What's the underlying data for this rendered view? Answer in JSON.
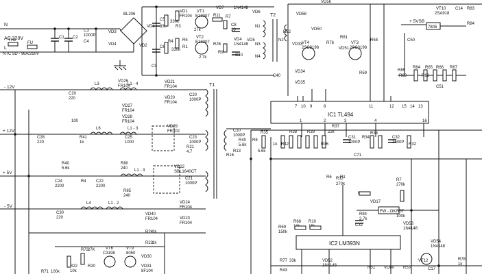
{
  "input": {
    "n_label": "N",
    "ac_label": "AC 220V",
    "l_label": "L",
    "ntc_label": "NTC 5D - 9",
    "fuse_label": "FU",
    "fuse_rating": "6A/250V",
    "th_label": "TH1"
  },
  "rails": {
    "m12": "- 12V",
    "p12": "+ 12V",
    "p5": "+ 5V",
    "m5": "- 5V",
    "p5vsb": "+ 5VSB"
  },
  "ics": {
    "ic1": "IC1  TL494",
    "ic2": "IC2  LM393N",
    "ic1_pins_top": [
      "7",
      "10",
      "9",
      "8",
      "11",
      "12",
      "15",
      "14",
      "13"
    ],
    "ic1_pins_bottom": [
      "1",
      "2",
      "3",
      "4",
      "16"
    ]
  },
  "transformers": {
    "t1": "T1",
    "t2": "T2",
    "t2_windings": [
      "N1",
      "N2",
      "N3",
      "N4"
    ]
  },
  "tags": {
    "fw_ok": "FW - OK"
  },
  "top_labels": [
    "C1",
    "C2",
    "C3",
    "1000P",
    "C4",
    "VD3",
    "VD4",
    "BL206",
    "VD1",
    "VD2",
    "C5",
    "330",
    "C6",
    "C9",
    "VD1",
    "FR104",
    "VT1",
    "E13007",
    "R11",
    "R3",
    "330k",
    "27k",
    "VD7",
    "1N4148",
    "VD6",
    "R7",
    "C8",
    "10",
    "R4",
    "R5",
    "330k",
    "R1",
    "VT2",
    "E13007",
    "R26",
    "R9",
    "2.7k",
    "VD4",
    "1N4148",
    "VD5",
    "C10",
    "R82",
    "VD58",
    "VD56",
    "VD50",
    "VT4",
    "2SC3198",
    "R76",
    "R81",
    "VD51",
    "VT3",
    "2SC3198",
    "VD33",
    "VD34",
    "VD35",
    "R59",
    "C40",
    "R58",
    "C50",
    "VT10",
    "2SA918",
    "C14",
    "R83",
    "R84",
    "7805",
    "R85"
  ],
  "mid_labels": [
    "C20",
    "220",
    "L3",
    "VD25",
    "FR104",
    "L1 - 4",
    "VD21",
    "FR104",
    "C20",
    "1000P",
    "VD20",
    "FR104",
    "VD27",
    "FR104",
    "VD28",
    "FR104",
    "100",
    "C28",
    "220",
    "L6",
    "L1 - 3",
    "R41",
    "1k",
    "C25",
    "1000",
    "VD29",
    "FR302",
    "C23",
    "1000P",
    "R21",
    "4.7",
    "R40",
    "5.6k",
    "R80",
    "240",
    "L1 - 3",
    "VD22",
    "SBL1640CT",
    "C21",
    "1000P",
    "C24",
    "2200",
    "R4",
    "C22",
    "2200",
    "R85",
    "240",
    "L4",
    "L1 - 2",
    "VD24",
    "FR104",
    "C30",
    "220",
    "VD40",
    "FR104",
    "VD23",
    "FR104",
    "R8",
    "R16",
    "R13",
    "C10",
    "1000P",
    "R40",
    "5.6k",
    "R62",
    "R63",
    "R64",
    "R65",
    "R66",
    "R67",
    "C51",
    "R35",
    "5.6k",
    "R37",
    "R36",
    "22k",
    "C31",
    "1000P",
    "R34",
    "R33",
    "C32",
    "1500P",
    "R38",
    "1k",
    "R39",
    "R32",
    "C71",
    "R42"
  ],
  "bottom_labels": [
    "R6",
    "R1",
    "R12",
    "270k",
    "R8",
    "VD17",
    "R7",
    "270k",
    "R84",
    "2.7k",
    "R69",
    "150k",
    "R68",
    "18k",
    "R10",
    "15k",
    "C32",
    "R57",
    "100k",
    "VD53",
    "1N4148",
    "R24",
    "1k",
    "R23",
    "1k",
    "VT6",
    "C3198",
    "R73",
    "27K",
    "VT9",
    "8050",
    "VD30",
    "VD31",
    "8F104",
    "R22",
    "10k",
    "R20",
    "R71",
    "100k",
    "R77",
    "33k",
    "R43",
    "VD52",
    "1N4148",
    "R51",
    "VD60",
    "R53",
    "VD54",
    "1N4148",
    "VT12",
    "C17",
    "R78",
    "1k"
  ]
}
